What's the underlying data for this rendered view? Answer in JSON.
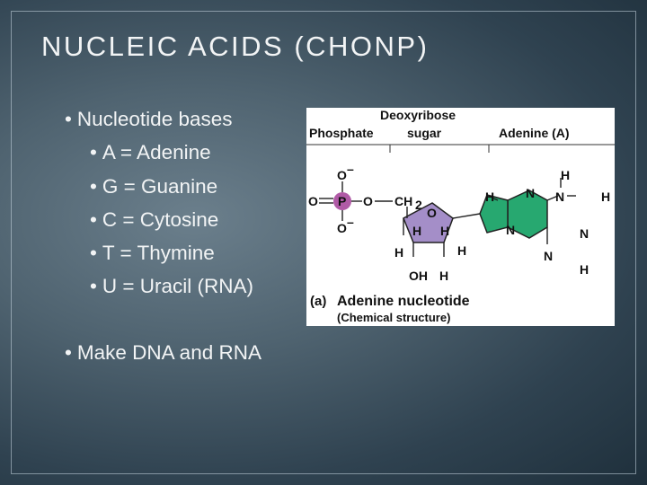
{
  "slide": {
    "title": "NUCLEIC ACIDS (CHONP)",
    "bullets": [
      {
        "text": "Nucleotide bases"
      },
      {
        "text": "A = Adenine"
      },
      {
        "text": "G = Guanine"
      },
      {
        "text": "C = Cytosine"
      },
      {
        "text": "T = Thymine"
      },
      {
        "text": "U = Uracil (RNA)"
      },
      {
        "text": "Make DNA and RNA"
      }
    ],
    "bullet_glyph": "•"
  },
  "figure": {
    "labels": {
      "phosphate": "Phosphate",
      "deoxyribose": "Deoxyribose",
      "sugar": "sugar",
      "adenine": "Adenine (A)",
      "caption_tag": "(a)",
      "caption": "Adenine nucleotide",
      "subcaption": "(Chemical structure)"
    },
    "atoms": {
      "o_minus": "O",
      "minus": "–",
      "o": "O",
      "p": "P",
      "ch": "CH",
      "sub2": "2",
      "h": "H",
      "n": "N",
      "oh": "OH"
    },
    "colors": {
      "phosphate_fill": "#b05aa6",
      "sugar_fill": "#a48ec8",
      "base_fill": "#27a870"
    }
  }
}
